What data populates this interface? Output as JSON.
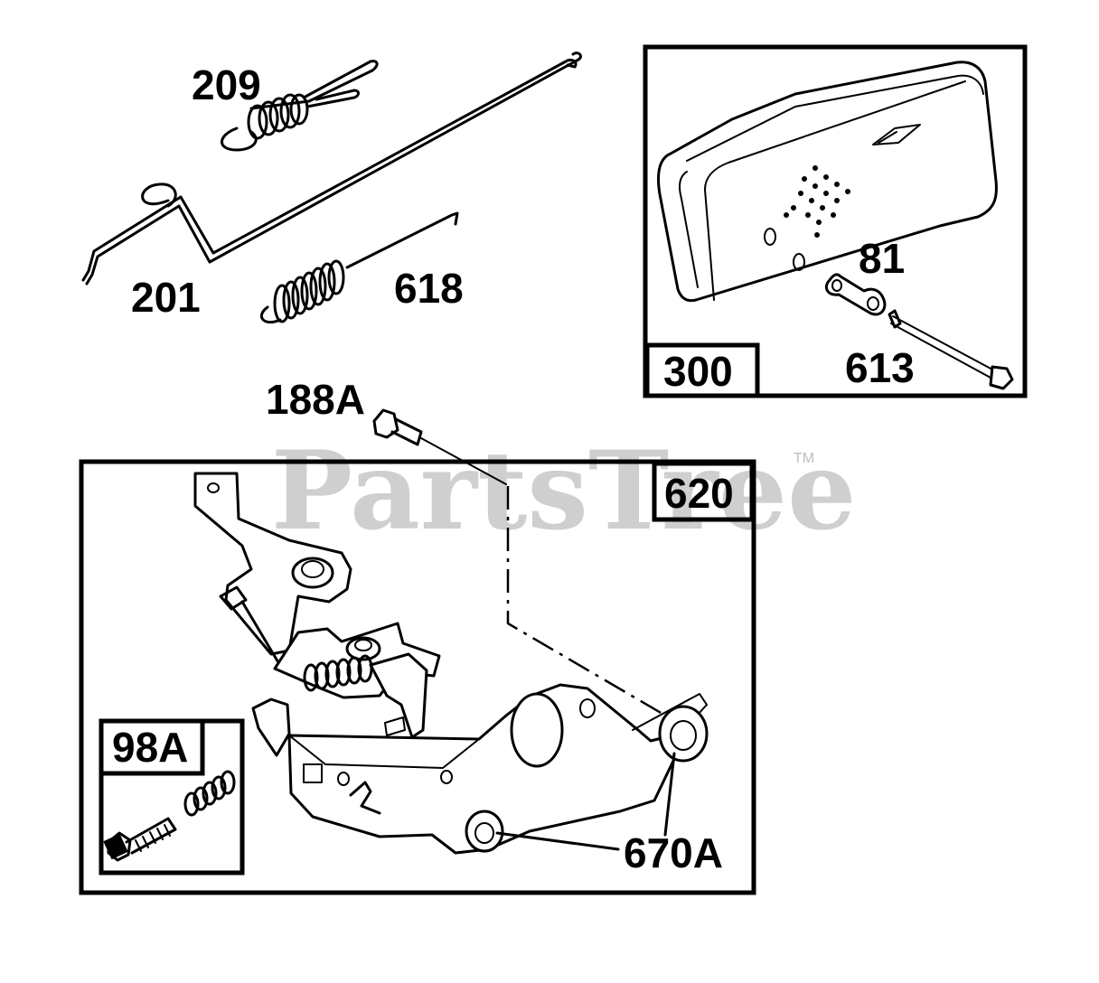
{
  "watermark": {
    "text": "PartsTree",
    "trademark": "TM"
  },
  "callouts": {
    "c209": "209",
    "c201": "201",
    "c618": "618",
    "c300": "300",
    "c81": "81",
    "c613": "613",
    "c188A": "188A",
    "c620": "620",
    "c98A": "98A",
    "c670A": "670A"
  }
}
